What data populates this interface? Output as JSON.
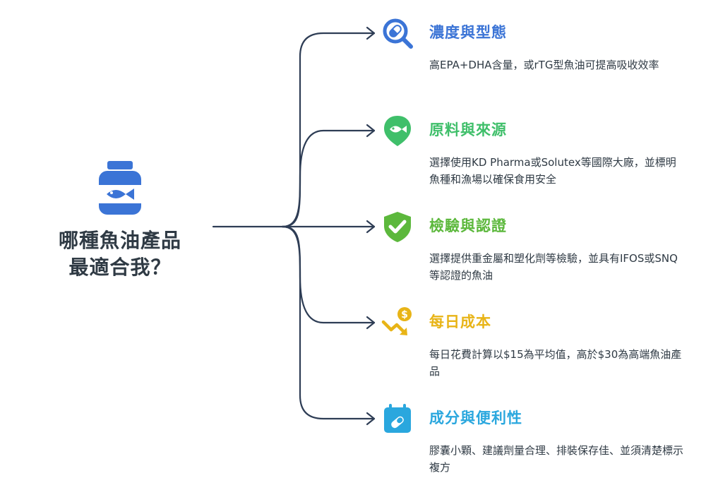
{
  "root": {
    "title_line1": "哪種魚油產品",
    "title_line2": "最適合我？",
    "icon": "fish-oil-jar-icon"
  },
  "colors": {
    "connector": "#2e3d55",
    "root_icon": "#3b74d6"
  },
  "branches": [
    {
      "title": "濃度與型態",
      "description": "高EPA+DHA含量，或rTG型魚油可提高吸收效率",
      "color": "#3b74d6",
      "icon": "capsule-magnifier-icon"
    },
    {
      "title": "原料與來源",
      "description": "選擇使用KD Pharma或Solutex等國際大廠，並標明魚種和漁場以確保食用安全",
      "color": "#3fbf6a",
      "icon": "fish-location-pin-icon"
    },
    {
      "title": "檢驗與認證",
      "description": "選擇提供重金屬和塑化劑等檢驗，並具有IFOS或SNQ等認證的魚油",
      "color": "#5cb83c",
      "icon": "shield-check-icon"
    },
    {
      "title": "每日成本",
      "description": "每日花費計算以$15為平均值，高於$30為高端魚油產品",
      "color": "#e8b417",
      "icon": "dollar-trend-down-icon"
    },
    {
      "title": "成分與便利性",
      "description": "膠囊小顆、建議劑量合理、排裝保存佳、並須清楚標示複方",
      "color": "#2aa7de",
      "icon": "calendar-capsule-icon"
    }
  ]
}
